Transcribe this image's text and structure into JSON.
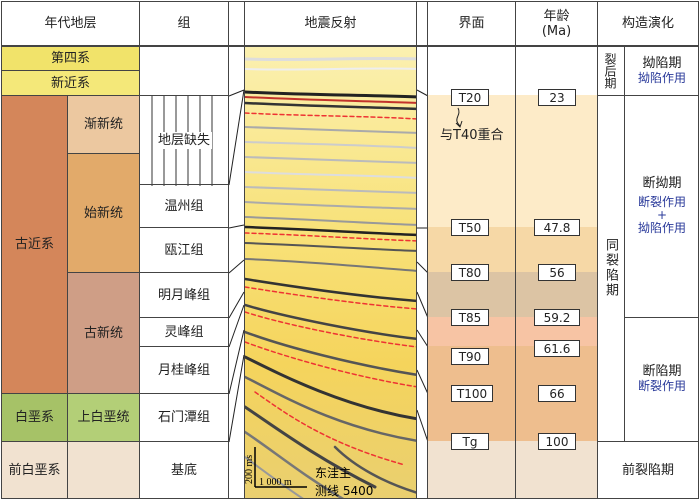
{
  "headers": {
    "strat": "年代地层",
    "group": "组",
    "seismic": "地震反射",
    "interface": "界面",
    "age": "年龄\n(Ma)",
    "evolution": "构造演化"
  },
  "systems": [
    "第四系",
    "新近系",
    "古近系",
    "白垩系",
    "前白垩系"
  ],
  "series": [
    "渐新统",
    "始新统",
    "古新统",
    "上白垩统"
  ],
  "formations": [
    "地层缺失",
    "温州组",
    "瓯江组",
    "明月峰组",
    "灵峰组",
    "月桂峰组",
    "石门潭组",
    "基底"
  ],
  "horizons": [
    {
      "name": "T20",
      "age": "23"
    },
    {
      "name": "T50",
      "age": "47.8"
    },
    {
      "name": "T80",
      "age": "56"
    },
    {
      "name": "T85",
      "age": "59.2"
    },
    {
      "name": "T90",
      "age": "61.6"
    },
    {
      "name": "T100",
      "age": "66"
    },
    {
      "name": "Tg",
      "age": "100"
    }
  ],
  "note": "与T40重合",
  "stages": {
    "post_rift": "裂后期",
    "syn_rift": "同裂陷期",
    "sag": "拗陷期",
    "sag_action": "拗陷作用",
    "fault_sag": "断拗期",
    "fault_action": "断裂作用",
    "plus": "+",
    "sag_action2": "拗陷作用",
    "fault_depression": "断陷期",
    "fault_action2": "断裂作用",
    "pre_rift": "前裂陷期"
  },
  "scale": {
    "vertical": "200 ms",
    "horizontal": "1 000 m",
    "location": "东洼主",
    "line": "测线 5400"
  },
  "colors": {
    "quaternary": "#f1e36a",
    "neogene": "#f4e879",
    "paleogene": "#d4865a",
    "oligocene": "#ecc8a0",
    "eocene": "#e2aa6a",
    "paleocene": "#cf9e86",
    "cretaceous": "#a6c267",
    "up_cretaceous": "#b3cf77",
    "pre_cretaceous": "#f1e2d0"
  }
}
